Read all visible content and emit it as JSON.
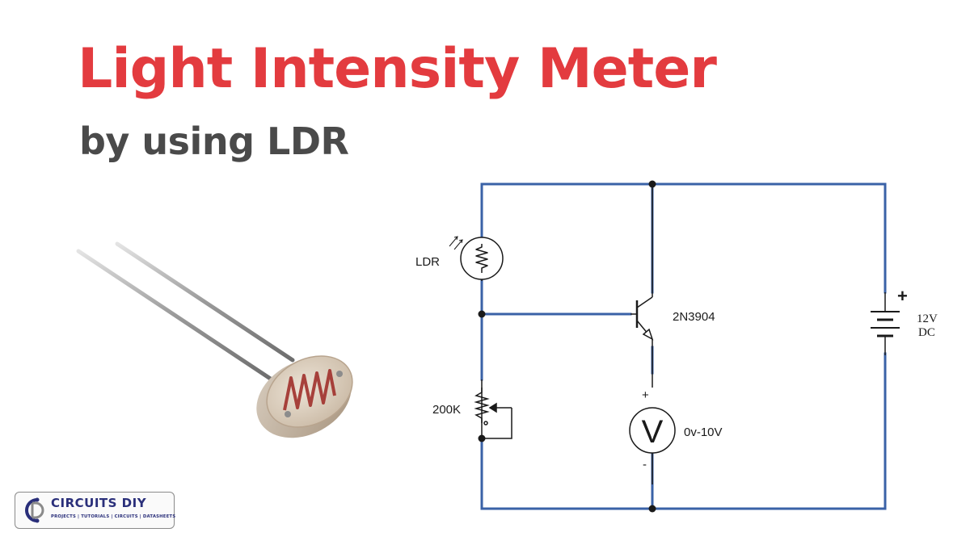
{
  "title": "Light Intensity Meter",
  "subtitle": "by using LDR",
  "colors": {
    "title": "#e33b3f",
    "subtitle": "#4a4a4a",
    "wire": "#3a62a7",
    "component": "#1a1a1a",
    "logo_blue": "#2a2f7a",
    "ldr_body": "#c9b9a8",
    "ldr_track": "#a0302b"
  },
  "components": {
    "ldr": "LDR",
    "transistor": "2N3904",
    "potentiometer": "200K",
    "voltmeter_symbol": "V",
    "voltmeter_range": "0v-10V",
    "voltmeter_plus": "+",
    "voltmeter_minus": "-",
    "battery_plus": "+",
    "battery_voltage": "12V",
    "battery_type": "DC"
  },
  "logo": {
    "name": "CIRCUITS DIY",
    "tagline": "PROJECTS | TUTORIALS | CIRCUITS | DATASHEETS",
    "icon": "cd-circuit-logo-icon"
  },
  "illustration": {
    "icon": "ldr-photoresistor-icon"
  }
}
